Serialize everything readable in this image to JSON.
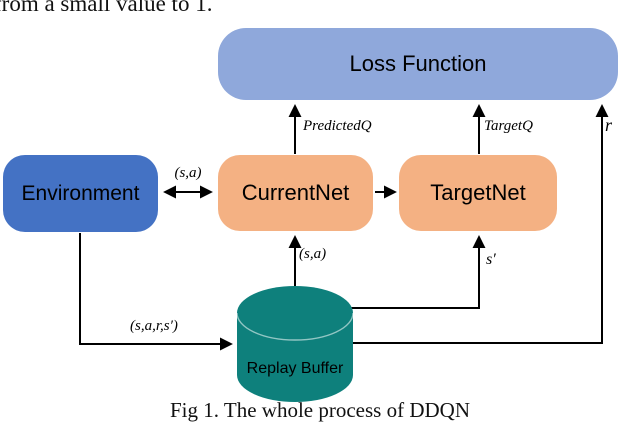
{
  "page": {
    "top_partial_text": "from a small value to 1.",
    "caption": "Fig 1. The whole process of DDQN"
  },
  "diagram": {
    "nodes": {
      "loss_function": {
        "label": "Loss Function"
      },
      "environment": {
        "label": "Environment"
      },
      "current_net": {
        "label": "CurrentNet"
      },
      "target_net": {
        "label": "TargetNet"
      },
      "replay_buffer": {
        "label": "Replay Buffer"
      }
    },
    "edge_labels": {
      "env_current": "(s,a)",
      "predicted_q": "PredictedQ",
      "target_q": "TargetQ",
      "reward": "r",
      "replay_current": "(s,a)",
      "next_state": "s′",
      "transition": "(s,a,r,s′)"
    },
    "edges": [
      "Environment ↔ CurrentNet : (s,a)",
      "CurrentNet → TargetNet",
      "CurrentNet → Loss Function : PredictedQ",
      "TargetNet → Loss Function : TargetQ",
      "Replay Buffer → CurrentNet : (s,a)",
      "Replay Buffer → TargetNet : s′",
      "Replay Buffer → Loss Function : r",
      "Environment → Replay Buffer : (s,a,r,s′)"
    ]
  },
  "colors": {
    "loss_box": "#8FA8DB",
    "environment_box": "#4472C4",
    "net_box": "#F4B183",
    "buffer_cylinder": "#0E807C",
    "edge": "#000000",
    "text": "#000000",
    "background": "#FFFFFF"
  }
}
